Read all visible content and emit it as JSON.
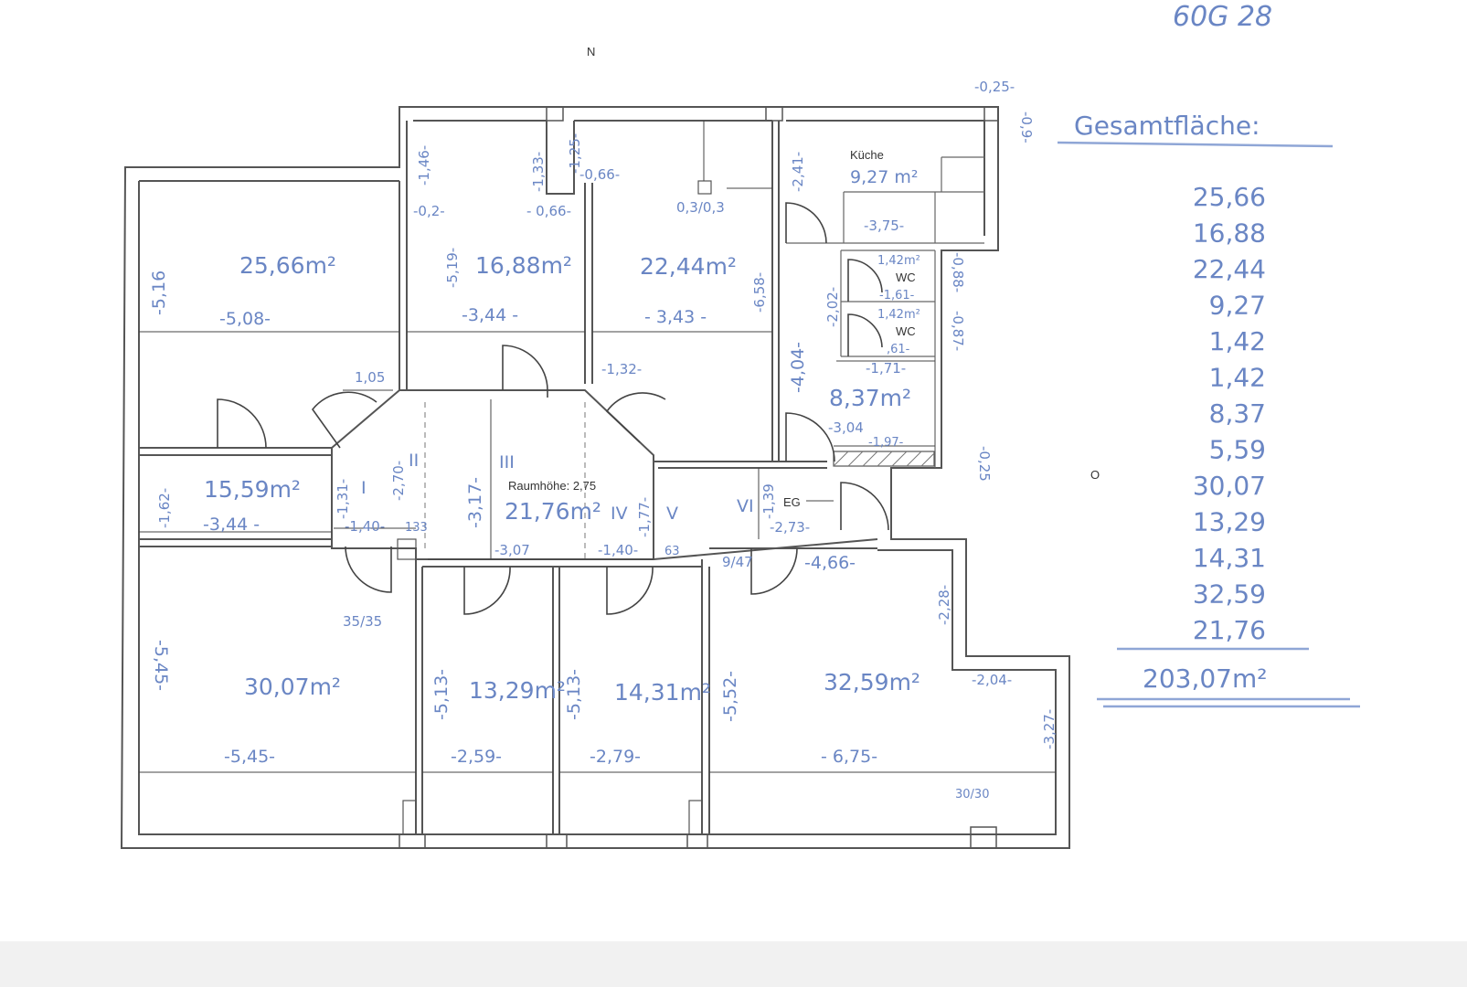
{
  "header": {
    "reference": "60G 28",
    "north": "N",
    "east": "O"
  },
  "rooms": [
    {
      "area": "25,66m²"
    },
    {
      "area": "16,88m²"
    },
    {
      "area": "22,44m²"
    },
    {
      "area": "9,27 m²",
      "label": "Küche"
    },
    {
      "area": "1,42m²",
      "label": "WC"
    },
    {
      "area": "1,42m²",
      "label": "WC"
    },
    {
      "area": "8,37m²"
    },
    {
      "area": "15,59m²"
    },
    {
      "area": "21,76m²",
      "note": "Raumhöhe: 2,75"
    },
    {
      "area": "30,07m²"
    },
    {
      "area": "13,29m²"
    },
    {
      "area": "14,31m²"
    },
    {
      "area": "32,59m²"
    }
  ],
  "labels": {
    "eg": "EG",
    "roman": [
      "I",
      "II",
      "III",
      "IV",
      "V",
      "VI"
    ]
  },
  "dimensions": [
    "-0,25-",
    "-0,9-",
    "-1,46-",
    "-1,33-",
    "-1,25-",
    "-0,66-",
    "-0,2-",
    "- 0,66-",
    "0,3/0,3",
    "-2,41-",
    "-5,16",
    "-5,19-",
    "-6,58-",
    "-3,75-",
    "-5,08-",
    "-3,44 -",
    "- 3,43 -",
    "-2,02-",
    "-0,88-",
    "-1,61-",
    "-0,87-",
    ",61-",
    "-1,71-",
    "1,05",
    "-1,32-",
    "-4,04-",
    "-3,04",
    "-1,97-",
    "-0,25",
    "-1,62-",
    "-1,31-",
    "-2,70-",
    "-3,17-",
    "-1,77-",
    "-1,39",
    "-3,44 -",
    "-1,40-",
    "133",
    "-3,07",
    "-1,40-",
    "63",
    "-2,73-",
    "9/47",
    "-4,66-",
    "35/35",
    "-2,28-",
    "-5,45-",
    "-5,13-",
    "-5,13-",
    "-5,52-",
    "-2,04-",
    "-3,27-",
    "-5,45-",
    "-2,59-",
    "-2,79-",
    "- 6,75-",
    "30/30"
  ],
  "summary": {
    "title": "Gesamtfläche:",
    "items": [
      "25,66",
      "16,88",
      "22,44",
      "9,27",
      "1,42",
      "1,42",
      "8,37",
      "5,59",
      "30,07",
      "13,29",
      "14,31",
      "32,59",
      "21,76"
    ],
    "total": "203,07m²"
  },
  "colors": {
    "ink": "#6a86c4",
    "walls": "#555555",
    "underline": "#8fa6d6"
  }
}
